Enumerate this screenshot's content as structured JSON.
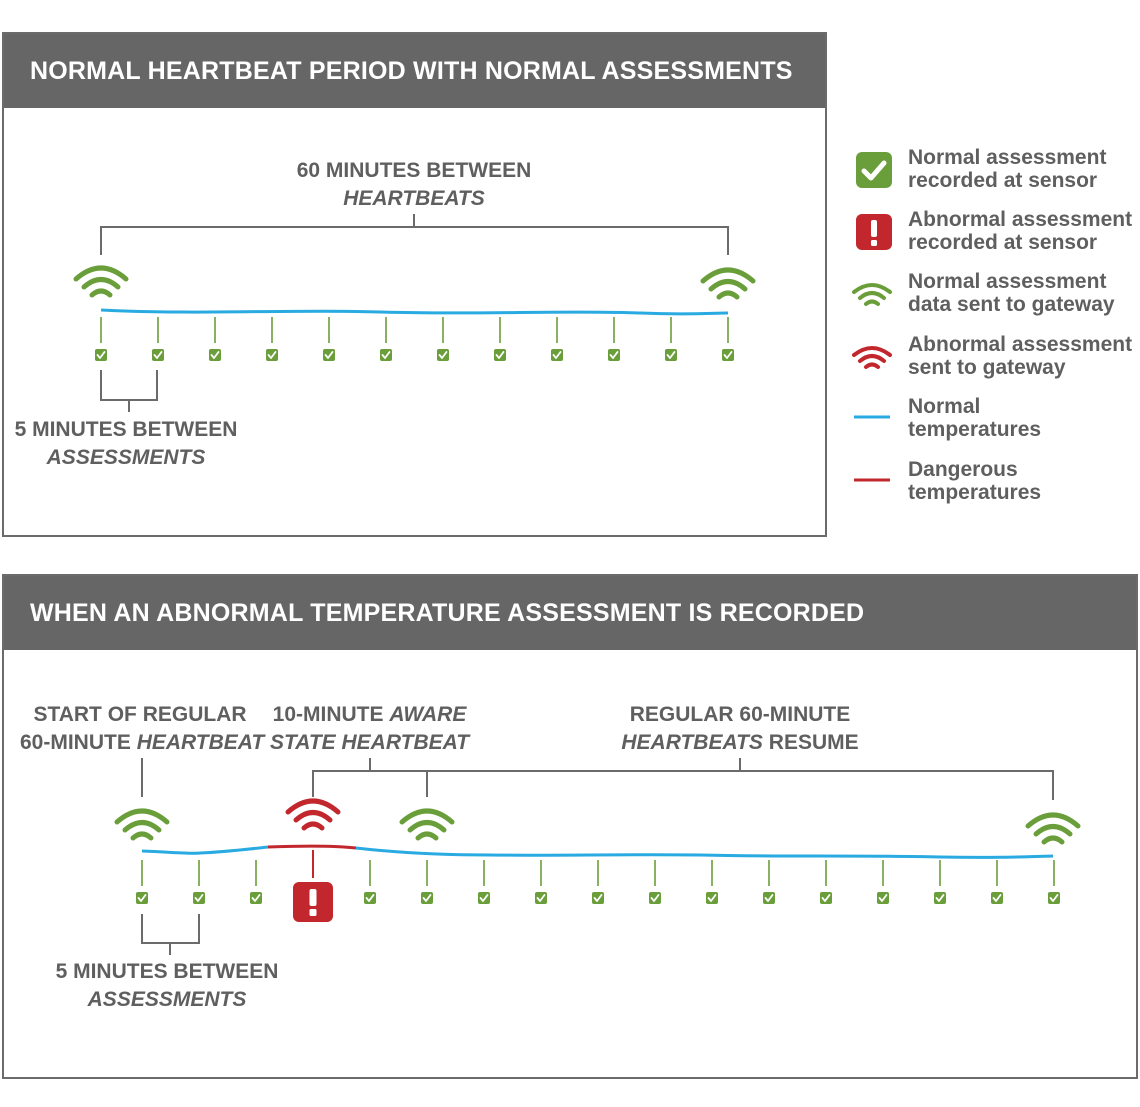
{
  "panel1": {
    "title": "NORMAL HEARTBEAT PERIOD WITH NORMAL ASSESSMENTS",
    "heartbeat_label_line1": "60 MINUTES BETWEEN",
    "heartbeat_label_line2": "HEARTBEATS",
    "assessment_label_line1": "5 MINUTES BETWEEN",
    "assessment_label_line2": "ASSESSMENTS",
    "assessments": [
      "normal",
      "normal",
      "normal",
      "normal",
      "normal",
      "normal",
      "normal",
      "normal",
      "normal",
      "normal",
      "normal",
      "normal"
    ],
    "signals": [
      "normal",
      "normal"
    ]
  },
  "panel2": {
    "title": "WHEN AN ABNORMAL TEMPERATURE ASSESSMENT IS RECORDED",
    "start_label_line1": "START OF REGULAR",
    "start_label_line2a": "60-MINUTE ",
    "start_label_line2b": "HEARTBEAT",
    "aware_label_line1a": "10-MINUTE ",
    "aware_label_line1b": "AWARE",
    "aware_label_line2": "STATE HEARTBEAT",
    "resume_label_line1": "REGULAR 60-MINUTE",
    "resume_label_line2a": "HEARTBEATS",
    "resume_label_line2b": " RESUME",
    "assessment_label_line1": "5 MINUTES BETWEEN",
    "assessment_label_line2": "ASSESSMENTS",
    "assessments": [
      "normal",
      "normal",
      "normal",
      "abnormal",
      "normal",
      "normal",
      "normal",
      "normal",
      "normal",
      "normal",
      "normal",
      "normal",
      "normal",
      "normal",
      "normal",
      "normal",
      "normal"
    ],
    "signals": [
      "normal",
      "abnormal",
      "normal",
      "normal"
    ]
  },
  "legend": [
    {
      "icon": "check-icon",
      "line1": "Normal assessment",
      "line2": "recorded at sensor"
    },
    {
      "icon": "alert-icon",
      "line1": "Abnormal assessment",
      "line2": "recorded at sensor"
    },
    {
      "icon": "wifi-green-icon",
      "line1": "Normal assessment",
      "line2": "data sent to gateway"
    },
    {
      "icon": "wifi-red-icon",
      "line1": "Abnormal assessment",
      "line2": "sent to gateway"
    },
    {
      "icon": "blue-line",
      "line1": "Normal",
      "line2": "temperatures"
    },
    {
      "icon": "red-line",
      "line1": "Dangerous",
      "line2": "temperatures"
    }
  ],
  "colors": {
    "green": "#6a9e3a",
    "red": "#c1272d",
    "blue": "#29aae1",
    "gray": "#5f5f5f",
    "header": "#666666"
  }
}
